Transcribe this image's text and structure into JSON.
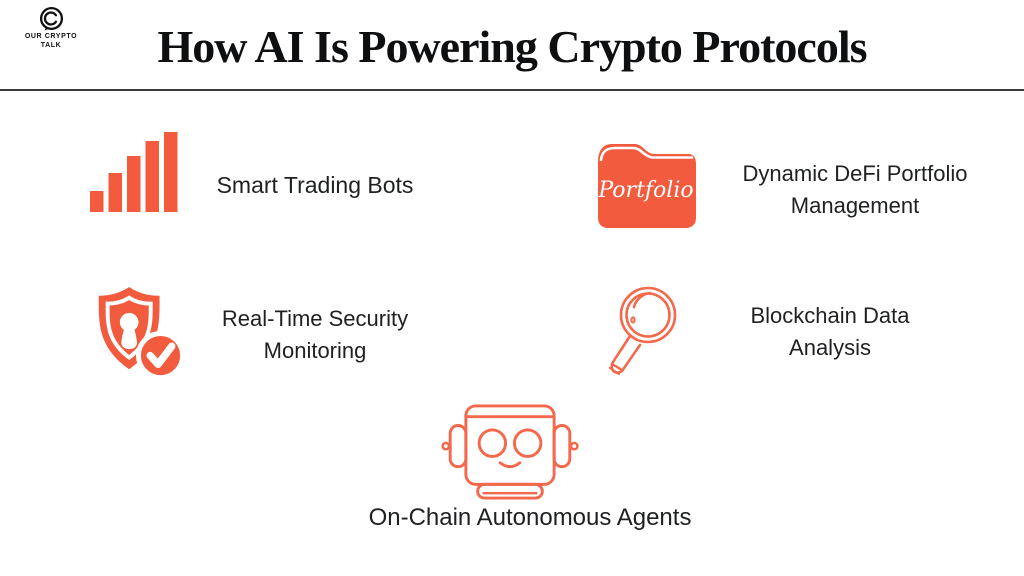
{
  "brand": {
    "logo_icon": "speech-bubble-c-logo",
    "line1": "OUR CRYPTO",
    "line2": "TALK"
  },
  "header": {
    "title": "How AI Is Powering Crypto Protocols"
  },
  "colors": {
    "accent_solid": "#F25B3D",
    "accent_outline": "#F4694B",
    "text": "#1E2022",
    "divider": "#3A3A3A",
    "background": "#FFFFFF"
  },
  "features": [
    {
      "id": "smart-trading-bots",
      "icon": "bar-chart-icon",
      "label_lines": [
        "Smart Trading Bots"
      ]
    },
    {
      "id": "defi-portfolio-management",
      "icon": "portfolio-folder-icon",
      "icon_label": "Portfolio",
      "label_lines": [
        "Dynamic DeFi Portfolio",
        "Management"
      ]
    },
    {
      "id": "real-time-security-monitoring",
      "icon": "shield-check-icon",
      "label_lines": [
        "Real-Time Security",
        "Monitoring"
      ]
    },
    {
      "id": "blockchain-data-analysis",
      "icon": "magnifying-glass-icon",
      "label_lines": [
        "Blockchain Data",
        "Analysis"
      ]
    },
    {
      "id": "on-chain-autonomous-agents",
      "icon": "robot-icon",
      "label_lines": [
        "On-Chain Autonomous Agents"
      ]
    }
  ]
}
